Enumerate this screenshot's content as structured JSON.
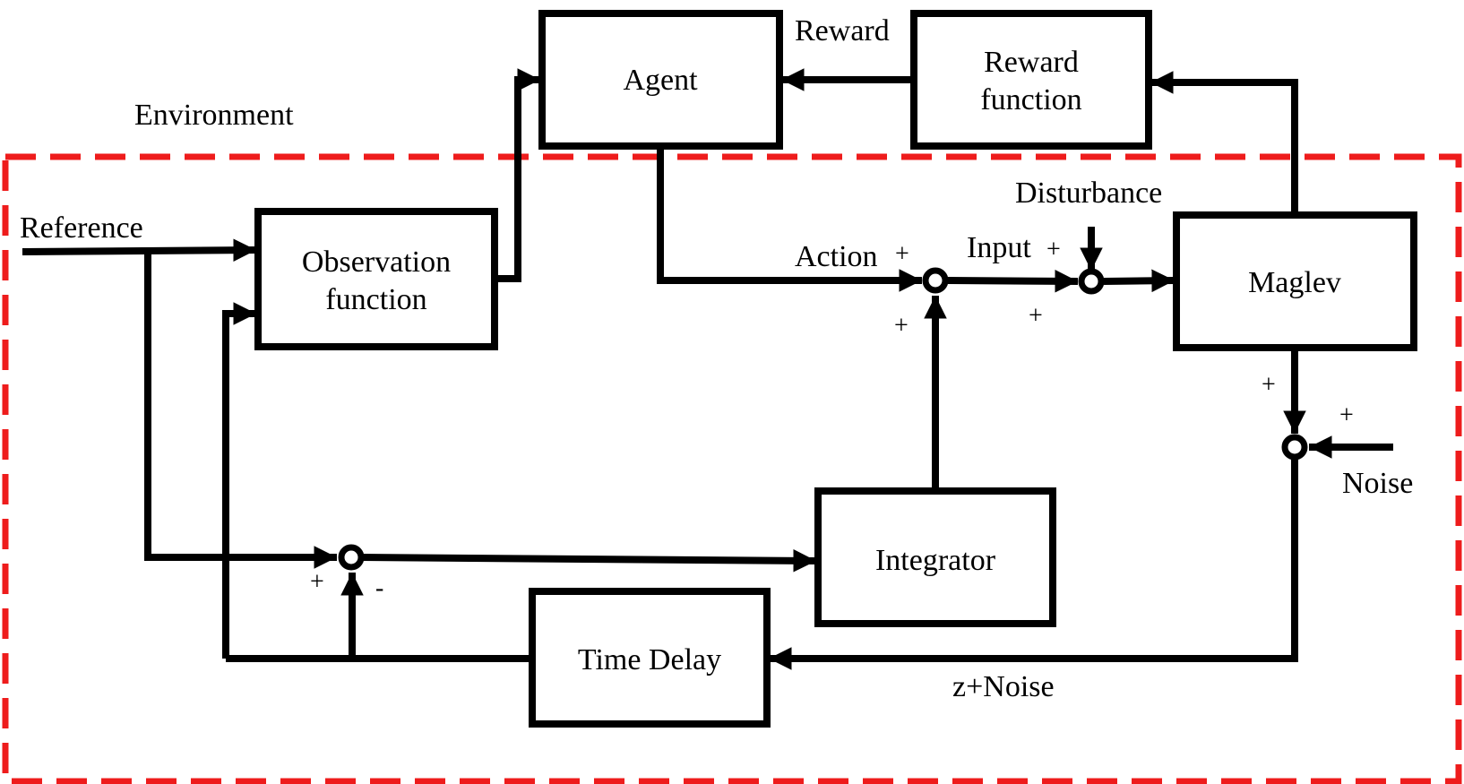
{
  "colors": {
    "environment": "#ee1c1c",
    "stroke": "#000000"
  },
  "environment_label": "Environment",
  "blocks": {
    "agent": "Agent",
    "reward_function": [
      "Reward",
      "function"
    ],
    "observation_function": [
      "Observation",
      "function"
    ],
    "maglev": "Maglev",
    "integrator": "Integrator",
    "time_delay": "Time Delay"
  },
  "signals": {
    "reward": "Reward",
    "reference": "Reference",
    "action": "Action",
    "input": "Input",
    "disturbance": "Disturbance",
    "noise": "Noise",
    "z_noise": "z+Noise"
  },
  "signs": {
    "action_plus": "+",
    "integrator_plus": "+",
    "input_plus": "+",
    "disturbance_plus": "+",
    "maglev_plus": "+",
    "noise_plus": "+",
    "reference_plus": "+",
    "delay_minus": "-"
  }
}
